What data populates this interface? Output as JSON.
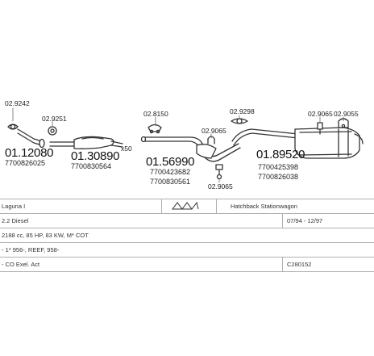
{
  "parts": [
    {
      "code": "02.9242"
    },
    {
      "code": "02.9251"
    },
    {
      "code": "01.12080",
      "oe": "7700826025"
    },
    {
      "code": "01.30890",
      "oe": "7700830564"
    },
    {
      "code": "02.8150"
    },
    {
      "code": "01.56990",
      "oe": [
        "7700423682",
        "7700830561"
      ]
    },
    {
      "code": "02.9065"
    },
    {
      "code": "02.9065"
    },
    {
      "code": "02.9298"
    },
    {
      "code": "01.89520",
      "oe": [
        "7700425398",
        "7700826038"
      ]
    },
    {
      "code": "02.9065"
    },
    {
      "code": "02.9055"
    }
  ],
  "note_x50": "x50",
  "info": {
    "model": "Laguna I",
    "body": "Hatchback Stationwagon",
    "engine": "2.2 Diesel",
    "period": "07/94 - 12/97",
    "specs": "2188 cc, 85 HP, 83 KW, M* COT",
    "engine_code": "- 1* 956-, REEF, 958-",
    "emission": "- CO Exel. Act",
    "catalog_code": "C280152"
  },
  "colors": {
    "line": "#333333",
    "fill": "#ffffff",
    "grid": "#b0b0b0"
  }
}
